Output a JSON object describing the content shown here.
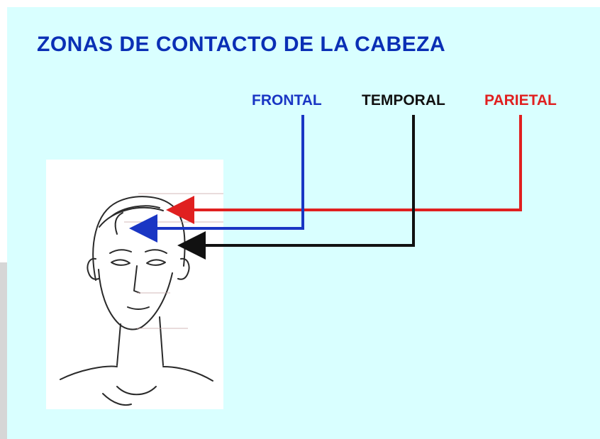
{
  "slide": {
    "title": "ZONAS DE CONTACTO DE LA CABEZA",
    "labels": {
      "frontal": "FRONTAL",
      "temporal": "TEMPORAL",
      "parietal": "PARIETAL"
    }
  },
  "colors": {
    "background": "#d9ffff",
    "left_strip": "#d6d6d6",
    "title": "#0a2fb5",
    "frontal": "#1a36c4",
    "temporal": "#111111",
    "parietal": "#e02020",
    "sketch": "#2a2a2a"
  },
  "icons": {
    "head": "head-sketch-icon"
  }
}
